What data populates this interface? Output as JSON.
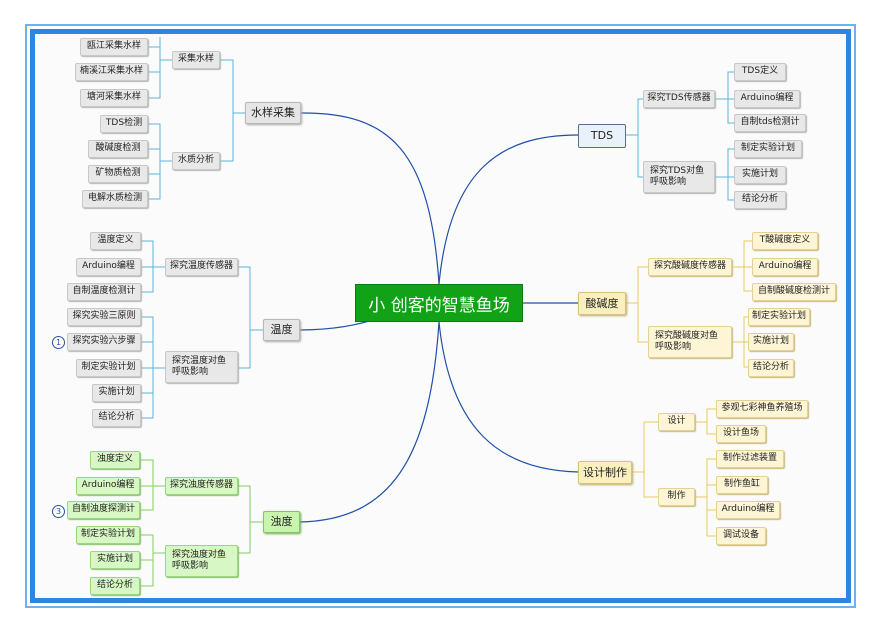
{
  "center": "小 创客的智慧鱼场",
  "branches": {
    "water": {
      "title": "水样采集",
      "sampling": {
        "title": "采集水样",
        "items": [
          "瓯江采集水样",
          "楠溪江采集水样",
          "塘河采集水样"
        ]
      },
      "analysis": {
        "title": "水质分析",
        "items": [
          "TDS检测",
          "酸碱度检测",
          "矿物质检测",
          "电解水质检测"
        ]
      }
    },
    "temp": {
      "title": "温度",
      "sensor": {
        "title": "探究温度传感器",
        "items": [
          "温度定义",
          "Arduino编程",
          "自制温度检测计"
        ]
      },
      "effect": {
        "title": "探究温度对鱼呼吸影响",
        "items": [
          "探究实验三原则",
          "探究实验六步骤",
          "制定实验计划",
          "实施计划",
          "结论分析"
        ]
      },
      "marker": "1"
    },
    "turb": {
      "title": "浊度",
      "sensor": {
        "title": "探究浊度传感器",
        "items": [
          "浊度定义",
          "Arduino编程",
          "自制浊度探测计"
        ]
      },
      "effect": {
        "title": "探究浊度对鱼呼吸影响",
        "items": [
          "制定实验计划",
          "实施计划",
          "结论分析"
        ]
      },
      "marker": "3"
    },
    "tds": {
      "title": "TDS",
      "sensor": {
        "title": "探究TDS传感器",
        "items": [
          "TDS定义",
          "Arduino编程",
          "自制tds检测计"
        ]
      },
      "effect": {
        "title": "探究TDS对鱼呼吸影响",
        "items": [
          "制定实验计划",
          "实施计划",
          "结论分析"
        ]
      }
    },
    "ph": {
      "title": "酸碱度",
      "sensor": {
        "title": "探究酸碱度传感器",
        "items": [
          "T酸碱度定义",
          "Arduino编程",
          "自制酸碱度检测计"
        ]
      },
      "effect": {
        "title": "探究酸碱度对鱼呼吸影响",
        "items": [
          "制定实验计划",
          "实施计划",
          "结论分析"
        ]
      }
    },
    "design": {
      "title": "设计制作",
      "design": {
        "title": "设计",
        "items": [
          "参观七彩神鱼养殖场",
          "设计鱼场"
        ]
      },
      "make": {
        "title": "制作",
        "items": [
          "制作过滤装置",
          "制作鱼缸",
          "Arduino编程",
          "调试设备"
        ]
      }
    }
  },
  "colors": {
    "center": "#12a218",
    "main_line": "#1f4fa8",
    "gray_line": "#5bb4d8",
    "yellow_line": "#e8c862",
    "green_line": "#86cf5e"
  }
}
